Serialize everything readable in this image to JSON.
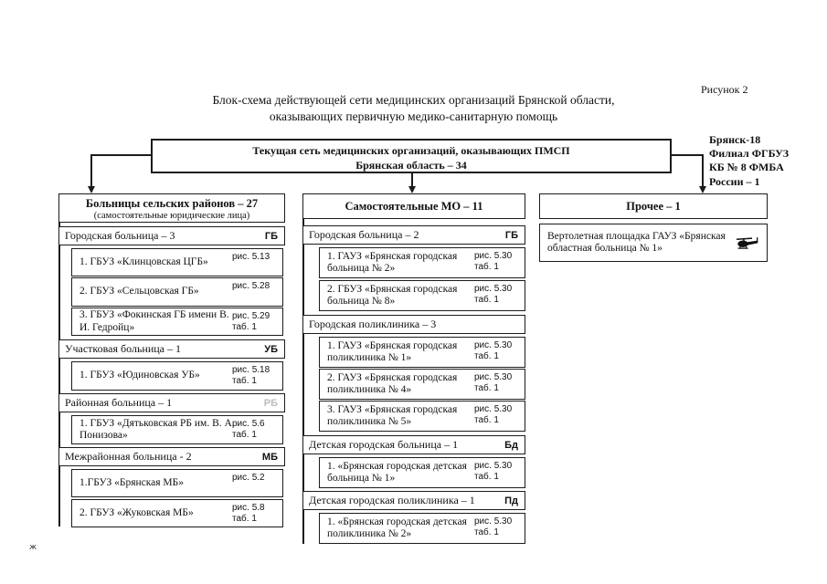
{
  "page": {
    "figure_label": "Рисунок 2",
    "title_line1": "Блок-схема действующей сети медицинских организаций Брянской области,",
    "title_line2": "оказывающих первичную медико-санитарную помощь",
    "page_mark": "ж"
  },
  "root_box": {
    "line1": "Текущая сеть медицинских организаций, оказывающих ПМСП",
    "line2": "Брянская область – 34"
  },
  "side_note": {
    "line1": "Брянск-18",
    "line2": "Филиал ФГБУЗ",
    "line3": "КБ № 8 ФМБА",
    "line4": "России – 1"
  },
  "colors": {
    "line": "#1b1b1b",
    "muted_badge": "#bcbcbc"
  },
  "icons": {
    "helicopter": "helicopter-icon"
  },
  "columns": [
    {
      "header_title": "Больницы сельских районов – 27",
      "header_subtitle": "(самостоятельные юридические лица)",
      "groups": [
        {
          "label": "Городская больница – 3",
          "badge": "ГБ",
          "items": [
            {
              "name": "1. ГБУЗ «Клинцовская ЦГБ»",
              "fig": "рис. 5.13",
              "tab": ""
            },
            {
              "name": "2. ГБУЗ «Сельцовская ГБ»",
              "fig": "рис. 5.28",
              "tab": ""
            },
            {
              "name": "3. ГБУЗ «Фокинская ГБ имени В. И. Гедройц»",
              "fig": "рис. 5.29",
              "tab": "таб. 1"
            }
          ]
        },
        {
          "label": "Участковая больница – 1",
          "badge": "УБ",
          "items": [
            {
              "name": "1. ГБУЗ «Юдиновская УБ»",
              "fig": "рис. 5.18",
              "tab": "таб. 1"
            }
          ]
        },
        {
          "label": "Районная больница – 1",
          "badge": "РБ",
          "items": [
            {
              "name": "1. ГБУЗ «Дятьковская РБ им. В. А. Понизова»",
              "fig": "рис. 5.6",
              "tab": "таб. 1"
            }
          ]
        },
        {
          "label": "Межрайонная больница - 2",
          "badge": "МБ",
          "items": [
            {
              "name": "1.ГБУЗ «Брянская МБ»",
              "fig": "рис. 5.2",
              "tab": ""
            },
            {
              "name": "2. ГБУЗ «Жуковская МБ»",
              "fig": "рис. 5.8",
              "tab": "таб. 1"
            }
          ]
        }
      ]
    },
    {
      "header_title": "Самостоятельные МО – 11",
      "groups": [
        {
          "label": "Городская больница – 2",
          "badge": "ГБ",
          "items": [
            {
              "name": "1. ГАУЗ «Брянская городская больница № 2»",
              "fig": "рис. 5.30",
              "tab": "таб. 1"
            },
            {
              "name": "2. ГБУЗ «Брянская городская больница № 8»",
              "fig": "рис. 5.30",
              "tab": "таб. 1"
            }
          ]
        },
        {
          "label": "Городская поликлиника – 3",
          "badge": "",
          "items": [
            {
              "name": "1. ГАУЗ «Брянская городская поликлиника № 1»",
              "fig": "рис. 5.30",
              "tab": "таб. 1"
            },
            {
              "name": "2. ГАУЗ «Брянская городская поликлиника № 4»",
              "fig": "рис. 5.30",
              "tab": "таб. 1"
            },
            {
              "name": "3. ГАУЗ «Брянская городская поликлиника № 5»",
              "fig": "рис. 5.30",
              "tab": "таб. 1"
            }
          ]
        },
        {
          "label": "Детская городская больница – 1",
          "badge": "Бд",
          "items": [
            {
              "name": "1. «Брянская городская детская больница № 1»",
              "fig": "рис. 5.30",
              "tab": "таб. 1"
            }
          ]
        },
        {
          "label": "Детская городская поликлиника – 1",
          "badge": "Пд",
          "items": [
            {
              "name": "1. «Брянская городская детская поликлиника № 2»",
              "fig": "рис. 5.30",
              "tab": "таб. 1"
            }
          ]
        }
      ]
    },
    {
      "header_title": "Прочее – 1",
      "item": {
        "name": "Вертолетная площадка ГАУЗ «Брянская областная больница № 1»"
      }
    }
  ]
}
